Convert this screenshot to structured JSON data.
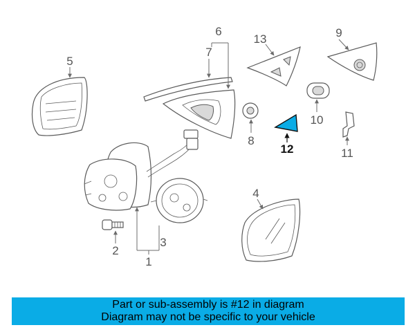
{
  "callouts": {
    "p1": "1",
    "p2": "2",
    "p3": "3",
    "p4": "4",
    "p5": "5",
    "p6": "6",
    "p7": "7",
    "p8": "8",
    "p9": "9",
    "p10": "10",
    "p11": "11",
    "p12": "12",
    "p13": "13"
  },
  "highlight": {
    "part": "12",
    "color": "#0aace6"
  },
  "banner": {
    "line1": "Part or sub-assembly is #12 in diagram",
    "line2": "Diagram may not be specific to your vehicle",
    "color": "#0aace6"
  }
}
